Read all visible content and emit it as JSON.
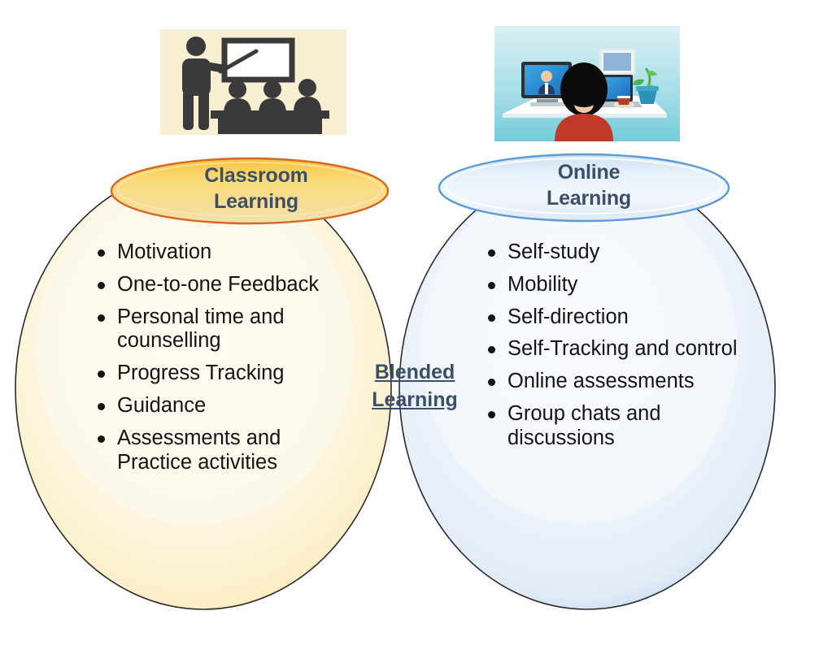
{
  "diagram": {
    "type": "venn",
    "title_color": "#3C4F68",
    "text_color": "#141414",
    "background": "#FFFFFF"
  },
  "left": {
    "title": "Classroom\nLearning",
    "fill_color": "#FDF5E0",
    "rim_color": "#FFC000",
    "cap_outline_color": "#D9661F",
    "thumbnail_alt": "classroom-teacher-whiteboard-students",
    "items": [
      "Motivation",
      "One-to-one Feedback",
      "Personal time and counselling",
      "Progress Tracking",
      "Guidance",
      "Assessments and Practice activities"
    ]
  },
  "right": {
    "title": "Online\nLearning",
    "fill_color": "#EAF0FA",
    "rim_color": "#9DC3E6",
    "cap_outline_color": "#5B9BD5",
    "thumbnail_alt": "online-learning-student-desk-video-call",
    "items": [
      "Self-study",
      "Mobility",
      "Self-direction",
      "Self-Tracking and control",
      "Online assessments",
      "Group chats and discussions"
    ]
  },
  "overlap": {
    "label": "Blended\nLearning",
    "fill_color": "#EFEFE2"
  }
}
